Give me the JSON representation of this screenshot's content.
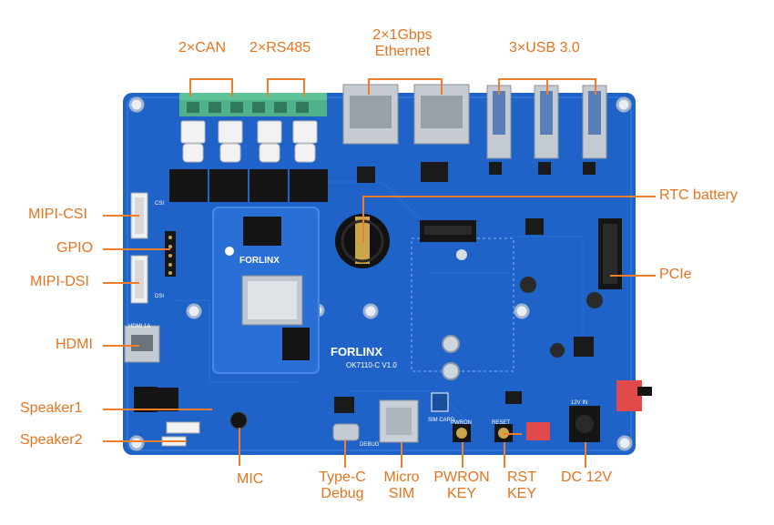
{
  "image": {
    "subject": "OK7110-C development board",
    "board_logo": "FORLINX",
    "board_model": "OK7110-C V1.0",
    "som_logo": "FORLINX",
    "silkscreen": {
      "hdmi": "HDMI 1A",
      "csi": "CSI",
      "dsi": "DSI",
      "debug": "DEBUG",
      "sim": "SIM CARD",
      "pwron": "PWRON",
      "reset": "RESET",
      "dc": "12V IN"
    }
  },
  "labels": {
    "can": "2×CAN",
    "rs485": "2×RS485",
    "eth_line1": "2×1Gbps",
    "eth_line2": "Ethernet",
    "usb": "3×USB 3.0",
    "rtc": "RTC battery",
    "pcie": "PCIe",
    "csi": "MIPI-CSI",
    "gpio": "GPIO",
    "dsi": "MIPI-DSI",
    "hdmi": "HDMI",
    "speaker1": "Speaker1",
    "speaker2": "Speaker2",
    "mic": "MIC",
    "typec_line1": "Type-C",
    "typec_line2": "Debug",
    "sim_line1": "Micro",
    "sim_line2": "SIM",
    "pwron_line1": "PWRON",
    "pwron_line2": "KEY",
    "rst_line1": "RST",
    "rst_line2": "KEY",
    "dc": "DC 12V"
  },
  "colors": {
    "board": "#1f63c8",
    "accent": "#ef7d2a",
    "chip": "#1a1a1a",
    "terminal": "#4fb089"
  }
}
